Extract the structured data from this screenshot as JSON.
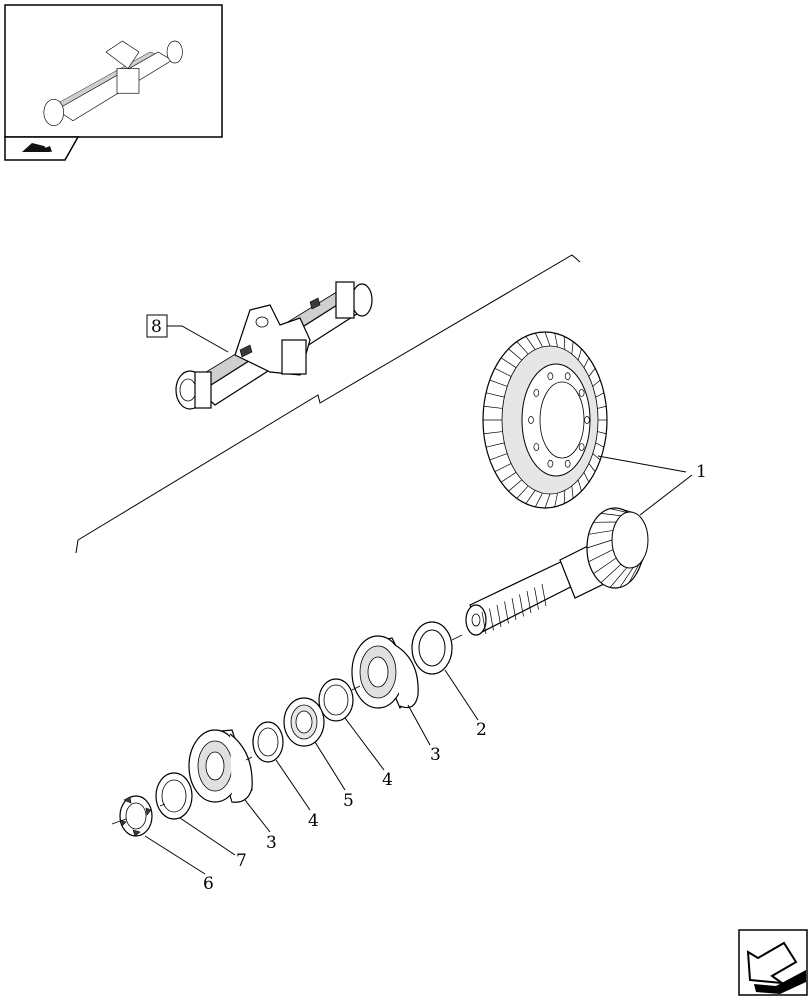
{
  "callouts": {
    "c1": "1",
    "c2": "2",
    "c3a": "3",
    "c3b": "3",
    "c4a": "4",
    "c4b": "4",
    "c5": "5",
    "c6": "6",
    "c7": "7",
    "c8": "8"
  },
  "icons": {
    "thumbnail_nav": "thumbnail-toggle-icon",
    "next_page": "next-page-arrow-icon"
  }
}
